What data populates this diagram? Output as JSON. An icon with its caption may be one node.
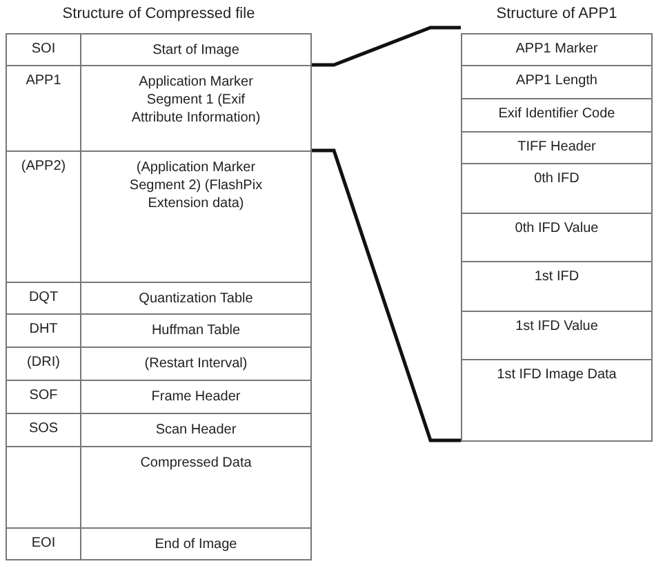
{
  "diagram": {
    "nodes": [
      {
        "text": [
          "Structure of Compressed file"
        ]
      },
      {
        "text": [
          "SOI",
          "Start of Image"
        ],
        "in": 0
      },
      {
        "text": [
          "APP1",
          "Application Marker Segment 1 (Exif Attribute Information)"
        ],
        "in": 0
      },
      {
        "text": [
          "(APP2)",
          "(Application Marker Segment 2) (FlashPix Extension data)"
        ],
        "in": 0
      },
      {
        "text": [
          "DQT",
          "Quantization Table"
        ],
        "in": 0
      },
      {
        "text": [
          "DHT",
          "Huffman Table"
        ],
        "in": 0
      },
      {
        "text": [
          "(DRI)",
          "(Restart Interval)"
        ],
        "in": 0
      },
      {
        "text": [
          "SOF",
          "Frame Header"
        ],
        "in": 0
      },
      {
        "text": [
          "SOS",
          "Scan Header"
        ],
        "in": 0
      },
      {
        "text": [
          "Compressed Data"
        ],
        "in": 0
      },
      {
        "text": [
          "EOI",
          "End of Image"
        ],
        "in": 0
      },
      {
        "text": [
          "Structure of APP1"
        ]
      },
      {
        "text": [
          "APP1 Marker"
        ],
        "in": 11
      },
      {
        "text": [
          "APP1 Length"
        ],
        "in": 11
      },
      {
        "text": [
          "Exif Identifier Code"
        ],
        "in": 11
      },
      {
        "text": [
          "TIFF Header"
        ],
        "in": 11
      },
      {
        "text": [
          "0th IFD"
        ],
        "in": 11
      },
      {
        "text": [
          "0th IFD Value"
        ],
        "in": 11
      },
      {
        "text": [
          "1st IFD"
        ],
        "in": 11
      },
      {
        "text": [
          "1st IFD Value"
        ],
        "in": 11
      },
      {
        "text": [
          "1st IFD Image Data"
        ],
        "in": 11
      }
    ],
    "edges": [
      {
        "from": 2,
        "to": 11,
        "arrow": "none"
      },
      {
        "from": 2,
        "to": 11,
        "arrow": "none"
      }
    ]
  }
}
